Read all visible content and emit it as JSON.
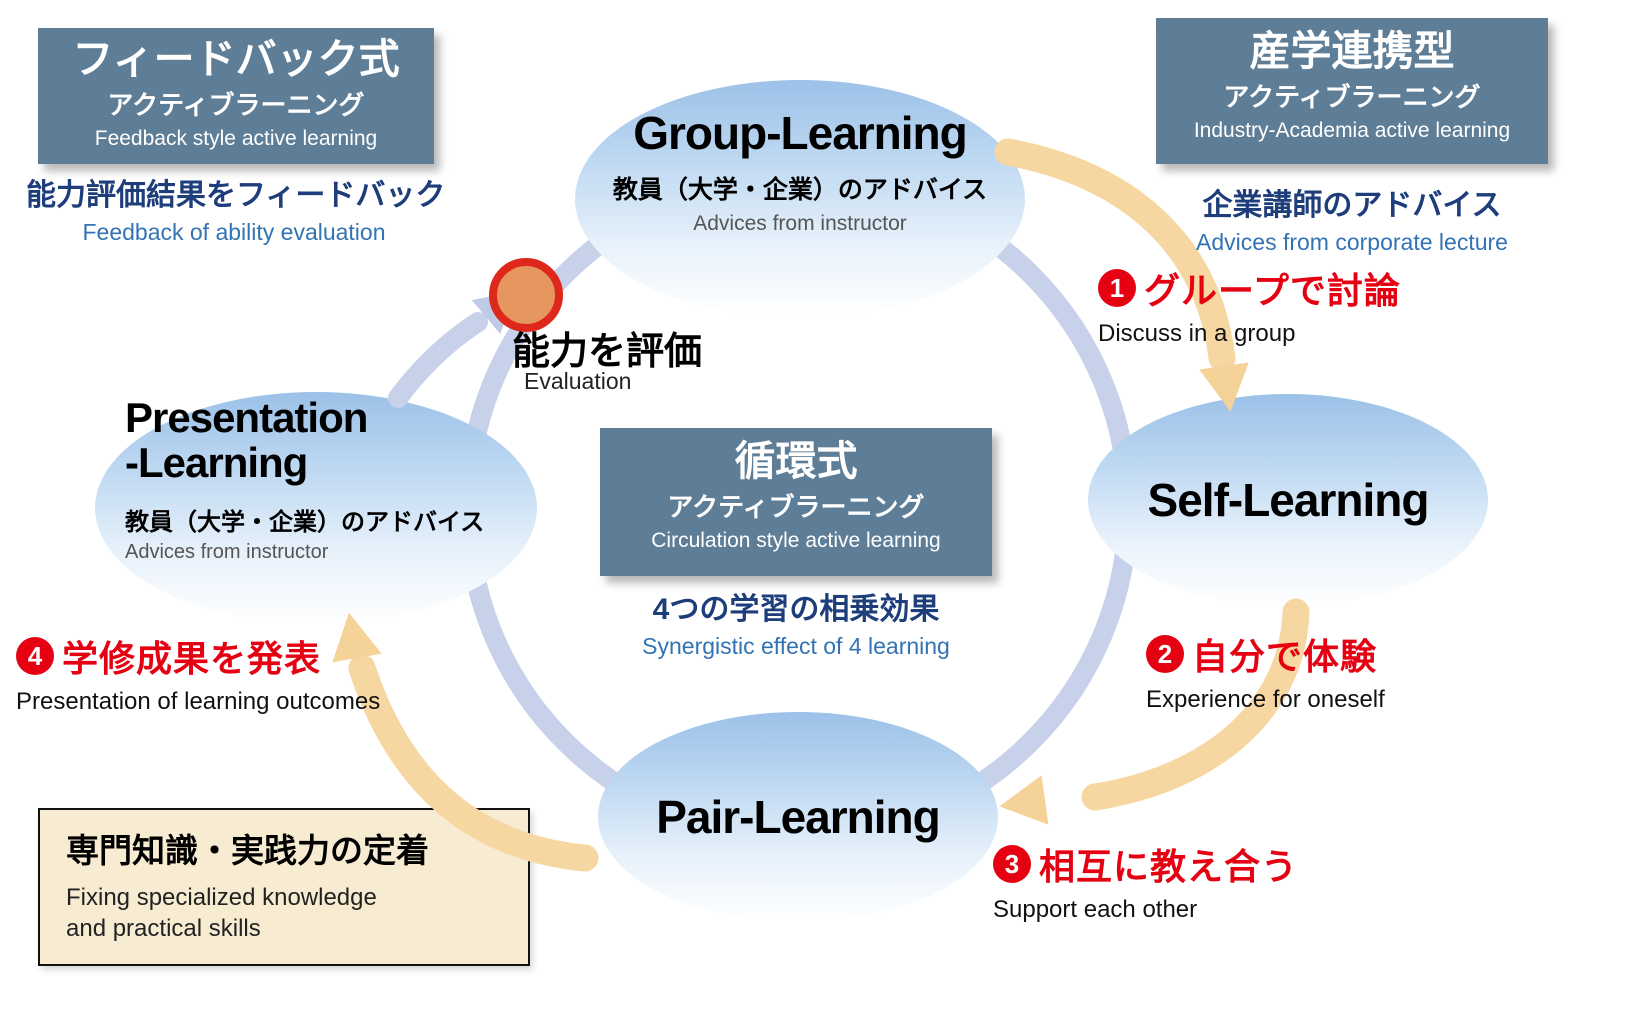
{
  "colors": {
    "panel_dark": "#5e7d96",
    "accent_red": "#e50012",
    "navy_text": "#1d3d7b",
    "blue_text": "#3273b3",
    "ring": "#c7d1ea",
    "arrow_orange": "#f7d7a1",
    "ellipse_top": "#9cc1e8",
    "cream_panel": "#f7ecd2",
    "eval_ring": "#df281c",
    "eval_fill": "#e6975f"
  },
  "panels": {
    "feedback": {
      "title_jp": "フィードバック式",
      "subtitle_jp": "アクティブラーニング",
      "subtitle_en": "Feedback style active learning",
      "note_jp": "能力評価結果をフィードバック",
      "note_en": "Feedback of ability evaluation"
    },
    "industry": {
      "title_jp": "産学連携型",
      "subtitle_jp": "アクティブラーニング",
      "subtitle_en": "Industry-Academia active learning",
      "note_jp": "企業講師のアドバイス",
      "note_en": "Advices from corporate lecture"
    },
    "circulation": {
      "title_jp": "循環式",
      "subtitle_jp": "アクティブラーニング",
      "subtitle_en": "Circulation style active learning",
      "note_jp": "4つの学習の相乗効果",
      "note_en": "Synergistic effect of 4 learning"
    },
    "fixing": {
      "title_jp": "専門知識・実践力の定着",
      "line1_en": "Fixing specialized knowledge",
      "line2_en": "and practical skills"
    }
  },
  "nodes": {
    "group": {
      "title": "Group-Learning",
      "sub_jp": "教員（大学・企業）のアドバイス",
      "sub_en": "Advices from instructor"
    },
    "self": {
      "title": "Self-Learning"
    },
    "pair": {
      "title": "Pair-Learning"
    },
    "presentation": {
      "title_line1": "Presentation",
      "title_line2": "-Learning",
      "sub_jp": "教員（大学・企業）のアドバイス",
      "sub_en": "Advices from instructor"
    }
  },
  "evaluation": {
    "label_jp": "能力を評価",
    "label_en": "Evaluation"
  },
  "steps": [
    {
      "num": "1",
      "jp": "グループで討論",
      "en": "Discuss in a group"
    },
    {
      "num": "2",
      "jp": "自分で体験",
      "en": "Experience for oneself"
    },
    {
      "num": "3",
      "jp": "相互に教え合う",
      "en": "Support each other"
    },
    {
      "num": "4",
      "jp": "学修成果を発表",
      "en": "Presentation of learning outcomes"
    }
  ]
}
